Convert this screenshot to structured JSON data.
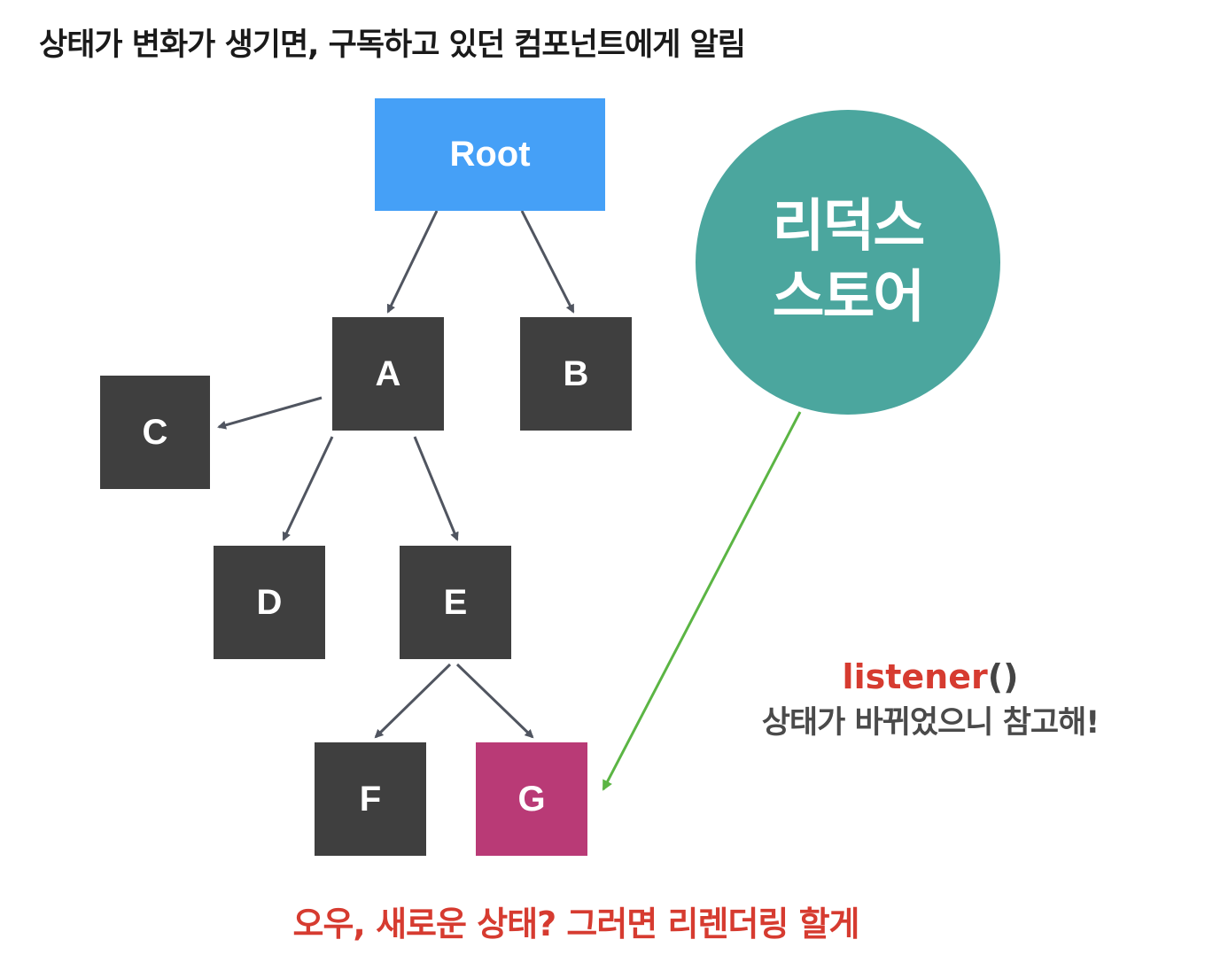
{
  "heading": "상태가 변화가 생기면, 구독하고 있던 컴포넌트에게 알림",
  "nodes": {
    "root": "Root",
    "a": "A",
    "b": "B",
    "c": "C",
    "d": "D",
    "e": "E",
    "f": "F",
    "g": "G"
  },
  "store": {
    "line1": "리덕스",
    "line2": "스토어"
  },
  "listener": {
    "fn": "listener",
    "parens": "()",
    "note": "상태가 바뀌었으니 참고해!"
  },
  "caption": "오우, 새로운 상태? 그러면 리렌더링 할게",
  "colors": {
    "root": "#45a0f7",
    "node": "#3f3f3f",
    "highlight": "#b93a76",
    "store": "#4ba69e",
    "notify_arrow": "#5bb544",
    "edge": "#505560",
    "accent_text": "#d63b30"
  }
}
